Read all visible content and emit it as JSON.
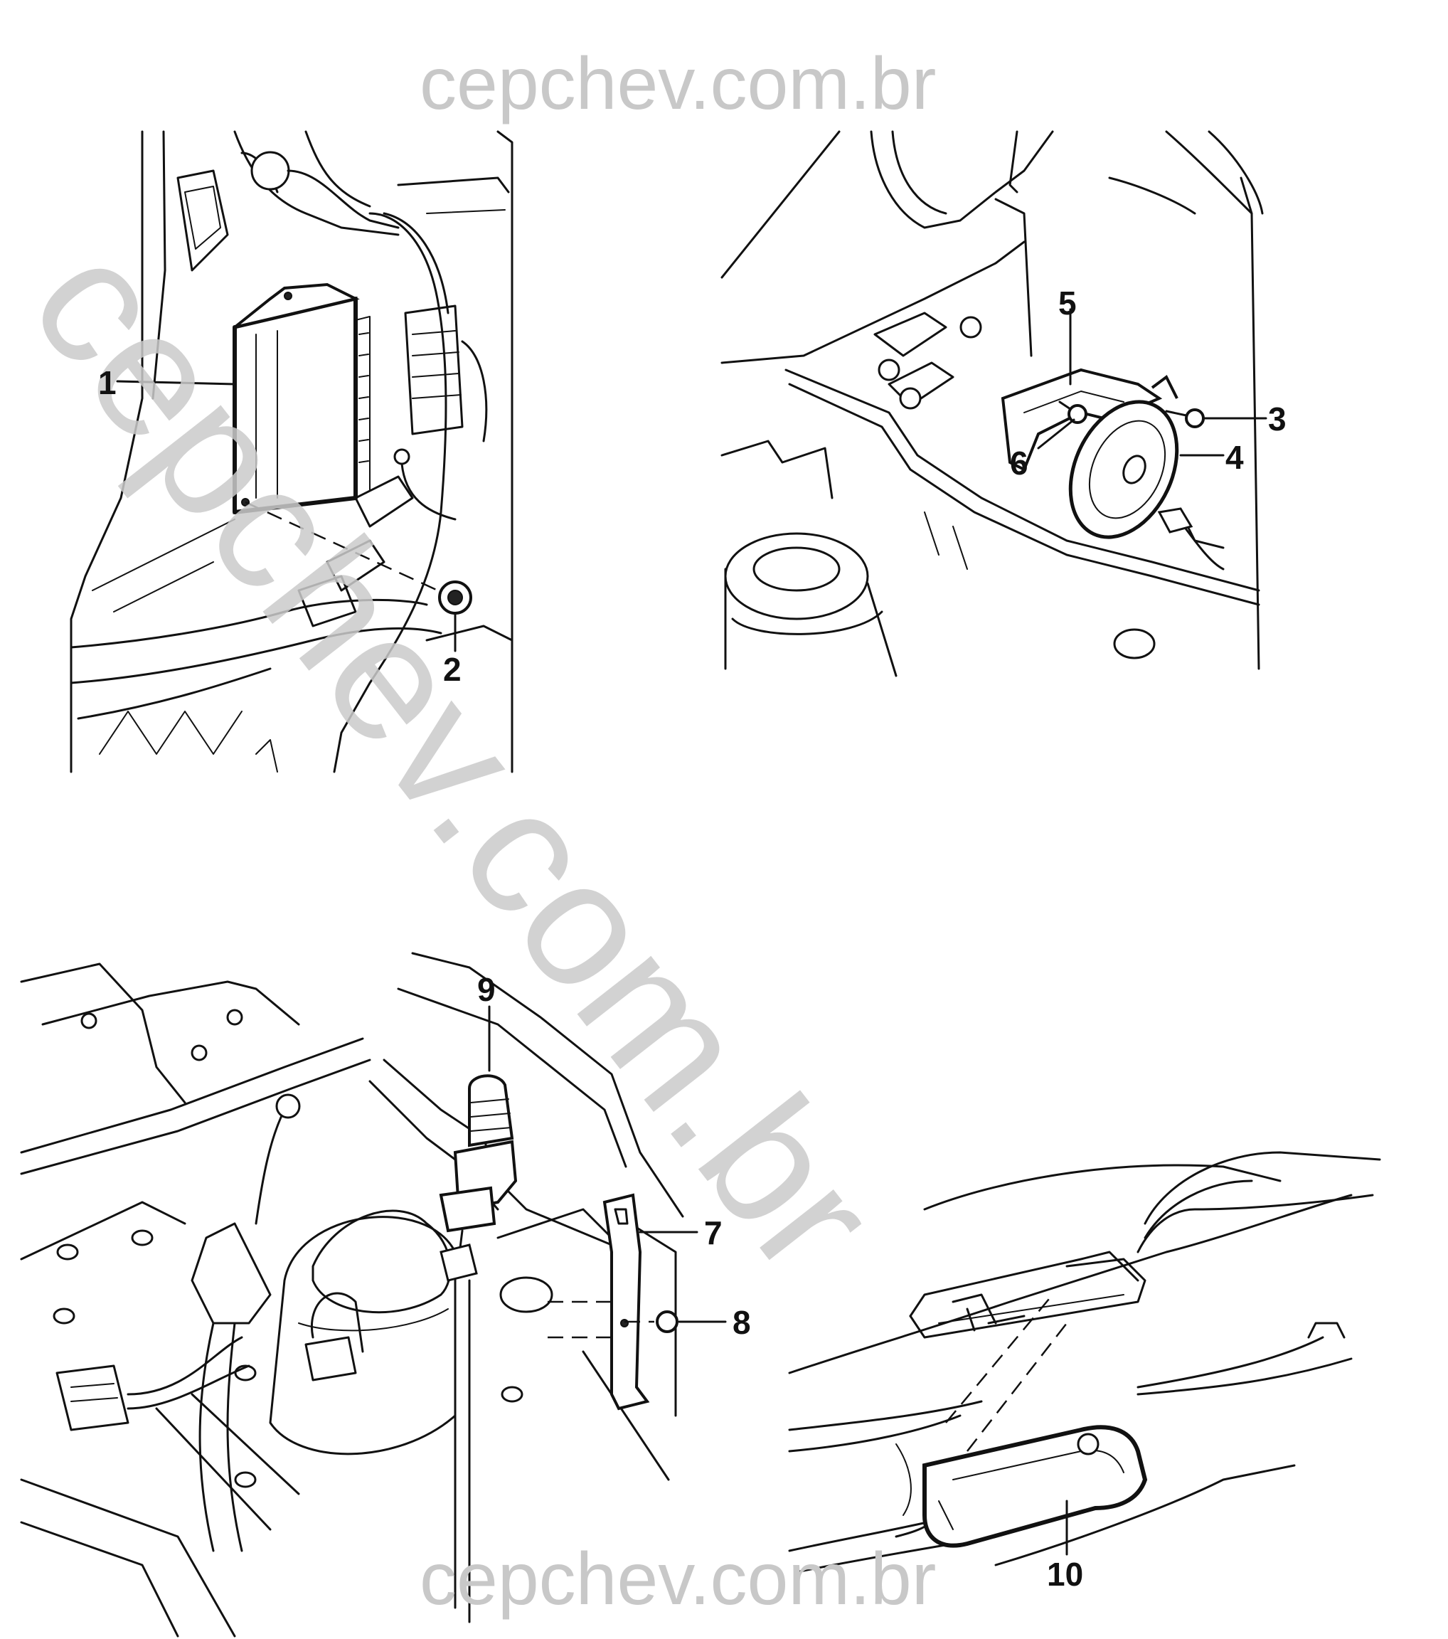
{
  "watermark": {
    "top": "cepchev.com.br",
    "bottom": "cepchev.com.br",
    "diagonal": "cepchev.com.br"
  },
  "callouts": {
    "c1": "1",
    "c2": "2",
    "c3": "3",
    "c4": "4",
    "c5": "5",
    "c6": "6",
    "c7": "7",
    "c8": "8",
    "c9": "9",
    "c10": "10"
  }
}
